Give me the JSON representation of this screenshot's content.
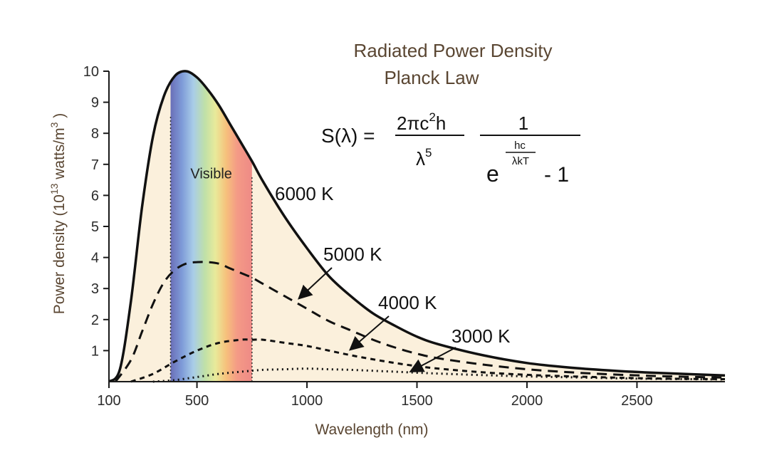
{
  "chart_data": {
    "type": "line",
    "title": "Radiated Power Density",
    "subtitle": "Planck Law",
    "xlabel": "Wavelength (nm)",
    "ylabel_prefix": "Power density (10",
    "ylabel_exp1": "13",
    "ylabel_mid": " watts/m",
    "ylabel_exp2": "3",
    "ylabel_suffix": " )",
    "xlim": [
      100,
      2900
    ],
    "ylim": [
      0,
      10
    ],
    "x_ticks": [
      100,
      500,
      1000,
      1500,
      2000,
      2500
    ],
    "y_ticks": [
      1,
      2,
      3,
      4,
      5,
      6,
      7,
      8,
      9,
      10
    ],
    "visible_band": {
      "label": "Visible",
      "from": 380,
      "to": 750
    },
    "formula": {
      "lhs": "S(λ) =",
      "num1_a": "2πc",
      "num1_exp": "2",
      "num1_b": "h",
      "den1_base": "λ",
      "den1_exp": "5",
      "num2": "1",
      "den2_base": "e",
      "den2_exp_num": "hc",
      "den2_exp_den": "λkT",
      "den2_tail": "- 1"
    },
    "series": [
      {
        "name": "6000 K",
        "style": "solid",
        "x": [
          100,
          150,
          200,
          250,
          300,
          350,
          400,
          450,
          500,
          550,
          600,
          650,
          700,
          750,
          800,
          900,
          1000,
          1100,
          1200,
          1300,
          1400,
          1500,
          1600,
          1800,
          2000,
          2200,
          2400,
          2600,
          2900
        ],
        "y": [
          0,
          0.4,
          2.6,
          5.6,
          7.9,
          9.2,
          9.85,
          10.0,
          9.8,
          9.4,
          8.9,
          8.3,
          7.7,
          7.1,
          6.45,
          5.3,
          4.3,
          3.4,
          2.75,
          2.2,
          1.8,
          1.45,
          1.2,
          0.85,
          0.6,
          0.45,
          0.35,
          0.28,
          0.2
        ]
      },
      {
        "name": "5000 K",
        "style": "dashed",
        "x": [
          130,
          200,
          250,
          300,
          350,
          400,
          450,
          500,
          550,
          600,
          650,
          700,
          750,
          800,
          900,
          1000,
          1100,
          1200,
          1300,
          1400,
          1500,
          1600,
          1800,
          2000,
          2200,
          2400,
          2600,
          2900
        ],
        "y": [
          0,
          0.7,
          1.6,
          2.5,
          3.2,
          3.6,
          3.8,
          3.85,
          3.85,
          3.8,
          3.65,
          3.5,
          3.35,
          3.15,
          2.75,
          2.35,
          1.95,
          1.65,
          1.35,
          1.1,
          0.9,
          0.75,
          0.55,
          0.4,
          0.3,
          0.23,
          0.18,
          0.13
        ]
      },
      {
        "name": "4000 K",
        "style": "short-dashed",
        "x": [
          200,
          300,
          400,
          500,
          600,
          700,
          750,
          800,
          900,
          1000,
          1100,
          1200,
          1300,
          1400,
          1500,
          1600,
          1800,
          2000,
          2200,
          2400,
          2600,
          2900
        ],
        "y": [
          0,
          0.25,
          0.65,
          1.0,
          1.25,
          1.35,
          1.35,
          1.35,
          1.25,
          1.15,
          1.0,
          0.85,
          0.72,
          0.6,
          0.5,
          0.42,
          0.3,
          0.22,
          0.17,
          0.13,
          0.1,
          0.08
        ]
      },
      {
        "name": "3000 K",
        "style": "dotted",
        "x": [
          300,
          400,
          500,
          600,
          700,
          800,
          900,
          1000,
          1100,
          1200,
          1300,
          1400,
          1500,
          1600,
          1800,
          2000,
          2200,
          2400,
          2600,
          2900
        ],
        "y": [
          0,
          0.05,
          0.15,
          0.25,
          0.32,
          0.38,
          0.4,
          0.42,
          0.4,
          0.38,
          0.35,
          0.32,
          0.29,
          0.26,
          0.21,
          0.17,
          0.14,
          0.11,
          0.09,
          0.07
        ]
      }
    ],
    "grid": false,
    "legend": "inline annotations with arrows"
  },
  "colors": {
    "axis": "#1a1a1a",
    "title": "#5a4632",
    "fill_under": "#fbf0dc",
    "spectrum": [
      "#6a6fb8",
      "#7e9bd8",
      "#a9cde8",
      "#bfe0a8",
      "#e8ea9a",
      "#f6c27c",
      "#f49a86",
      "#ee8a86"
    ]
  }
}
